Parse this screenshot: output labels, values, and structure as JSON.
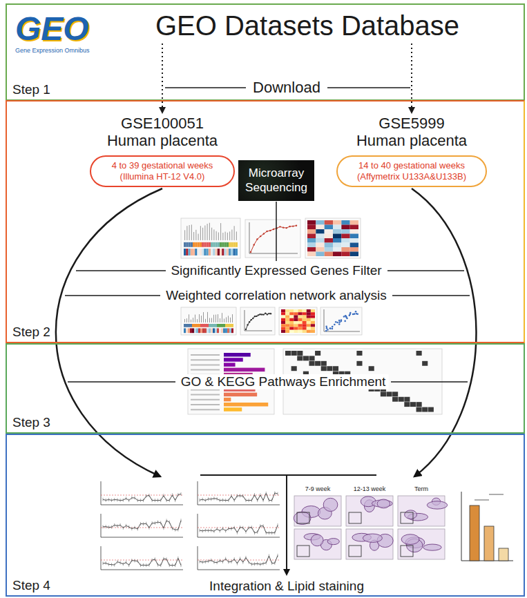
{
  "diagram": {
    "nodes": [
      {
        "text": [
          "Step 1"
        ]
      },
      {
        "text": [
          "GEO",
          "Gene Expression Omnibus"
        ],
        "in": 0
      },
      {
        "text": [
          "GEO Datasets Database"
        ],
        "in": 0
      },
      {
        "text": [
          "Step 2"
        ]
      },
      {
        "text": [
          "GSE100051 Human placenta",
          "4 to 39 gestational weeks (Illumina HT-12 V4.0)"
        ],
        "in": 3
      },
      {
        "text": [
          "Microarray Sequencing"
        ],
        "in": 3
      },
      {
        "text": [
          "GSE5999 Human placenta",
          "14 to 40 gestational weeks (Affymetrix U133A&U133B)"
        ],
        "in": 3
      },
      {
        "text": [
          "Step 3"
        ]
      },
      {
        "text": [
          "Step 4"
        ]
      }
    ],
    "edges": [
      {
        "from": 2,
        "to": 4,
        "arrow": "to"
      },
      {
        "from": 2,
        "to": 6,
        "arrow": "to"
      }
    ],
    "labels": [
      "Download",
      "Significantly Expressed Genes Filter",
      "Weighted correlation network analysis",
      "GO & KEGG Pathways Enrichment",
      "7-9 week",
      "12-13 week",
      "Term",
      "Integration & Lipid staining"
    ]
  }
}
